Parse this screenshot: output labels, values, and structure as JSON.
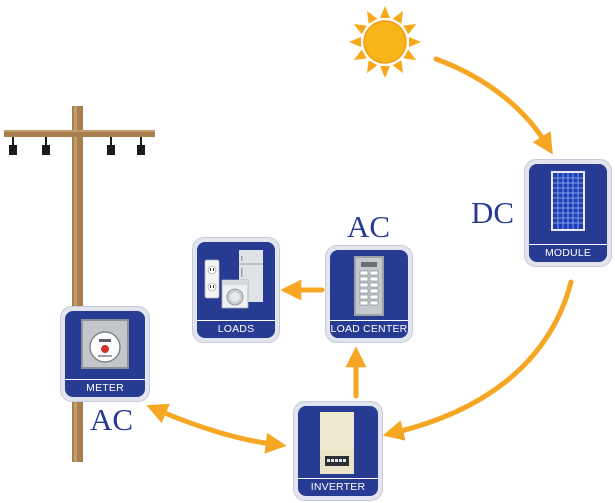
{
  "diagram": {
    "tiles": {
      "module": "MODULE",
      "load_center": "LOAD CENTER",
      "loads": "LOADS",
      "meter": "METER",
      "inverter": "INVERTER"
    },
    "current_labels": {
      "module_side": "DC",
      "load_center_side": "AC",
      "meter_side": "AC"
    }
  },
  "colors": {
    "accent_orange": "#f5a623",
    "tile_blue": "#283b92",
    "pole_brown": "#a9804d",
    "sun_yellow": "#f7b51a"
  },
  "icons": [
    "sun-icon",
    "utility-pole-icon",
    "solar-panel-icon",
    "breaker-panel-icon",
    "appliances-icon",
    "electric-meter-icon",
    "inverter-icon",
    "arrow-icon"
  ]
}
